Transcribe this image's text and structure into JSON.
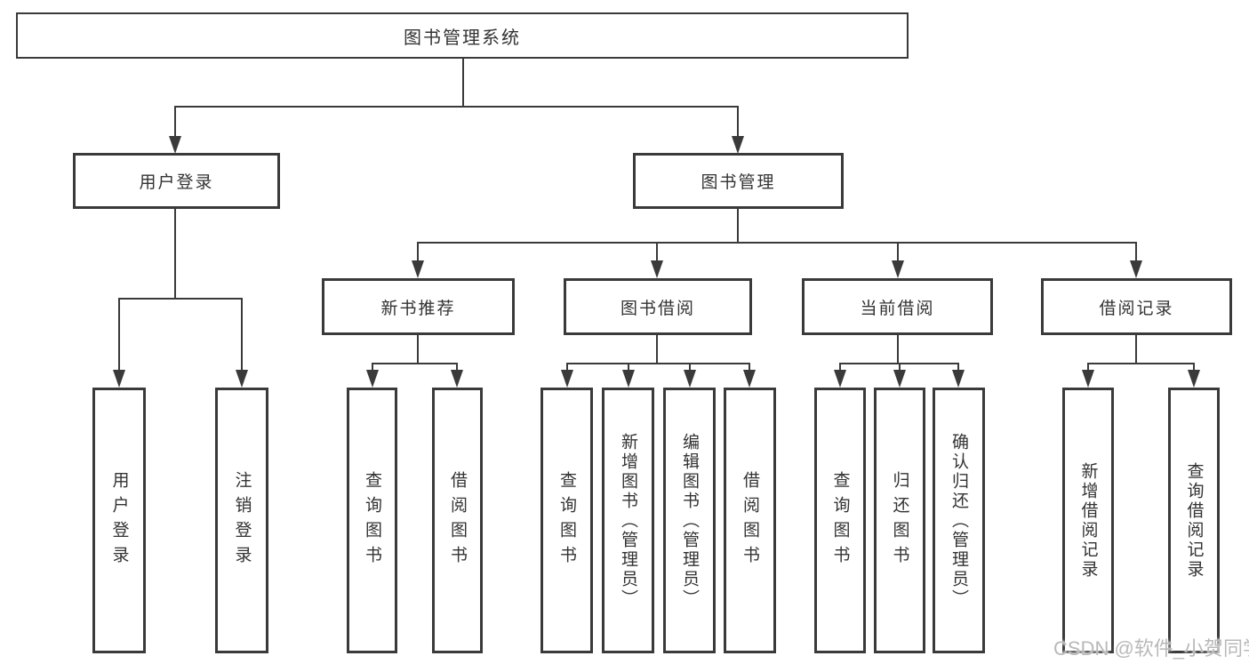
{
  "tree": {
    "label": "图书管理系统",
    "children": [
      {
        "label": "用户登录",
        "children": [
          {
            "label": "用户登录"
          },
          {
            "label": "注销登录"
          }
        ]
      },
      {
        "label": "图书管理",
        "children": [
          {
            "label": "新书推荐",
            "children": [
              {
                "label": "查询图书"
              },
              {
                "label": "借阅图书"
              }
            ]
          },
          {
            "label": "图书借阅",
            "children": [
              {
                "label": "查询图书"
              },
              {
                "label": "新增图书（管理员）"
              },
              {
                "label": "编辑图书（管理员）"
              },
              {
                "label": "借阅图书"
              }
            ]
          },
          {
            "label": "当前借阅",
            "children": [
              {
                "label": "查询图书"
              },
              {
                "label": "归还图书"
              },
              {
                "label": "确认归还（管理员）"
              }
            ]
          },
          {
            "label": "借阅记录",
            "children": [
              {
                "label": "新增借阅记录"
              },
              {
                "label": "查询借阅记录"
              }
            ]
          }
        ]
      }
    ]
  },
  "watermark": "CSDN @软件_小贺同学",
  "colors": {
    "line": "#3a3a3a",
    "box_fill": "#ffffff",
    "text": "#333333",
    "watermark": "#b9b9b9",
    "background": "#ffffff"
  }
}
